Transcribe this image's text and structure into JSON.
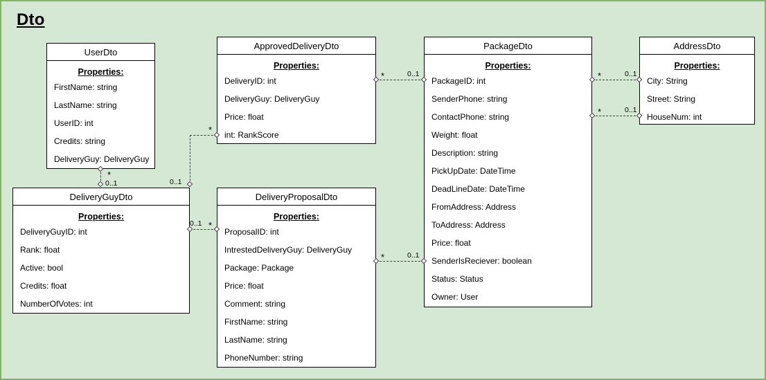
{
  "diagram": {
    "title": "Dto",
    "background_color": "#d5e8d4",
    "border_color": "#82b366",
    "class_fill": "#ffffff",
    "line_color": "#000000",
    "section_label": "Properties:"
  },
  "classes": [
    {
      "id": "user-dto",
      "name": "UserDto",
      "section": "Properties:",
      "attributes": [
        "FirstName: string",
        "LastName: string",
        "UserID: int",
        "Credits: string",
        "DeliveryGuy: DeliveryGuy"
      ]
    },
    {
      "id": "approved-delivery-dto",
      "name": "ApprovedDeliveryDto",
      "section": "Properties:",
      "attributes": [
        "DeliveryID: int",
        "DeliveryGuy: DeliveryGuy",
        "Price: float",
        "int: RankScore"
      ]
    },
    {
      "id": "package-dto",
      "name": "PackageDto",
      "section": "Properties:",
      "attributes": [
        "PackageID: int",
        "SenderPhone: string",
        "ContactPhone: string",
        "Weight: float",
        "Description: string",
        "PickUpDate: DateTime",
        "DeadLineDate: DateTime",
        "FromAddress: Address",
        "ToAddress: Address",
        "Price: float",
        "SenderIsReciever: boolean",
        "Status: Status",
        "Owner: User"
      ]
    },
    {
      "id": "address-dto",
      "name": "AddressDto",
      "section": "Properties:",
      "attributes": [
        "City: String",
        "Street: String",
        "HouseNum: int"
      ]
    },
    {
      "id": "delivery-guy-dto",
      "name": "DeliveryGuyDto",
      "section": "Properties:",
      "attributes": [
        "DeliveryGuyID: int",
        "Rank: float",
        "Active: bool",
        "Credits: float",
        "NumberOfVotes: int"
      ]
    },
    {
      "id": "delivery-proposal-dto",
      "name": "DeliveryProposalDto",
      "section": "Properties:",
      "attributes": [
        "ProposalID: int",
        "IntrestedDeliveryGuy: DeliveryGuy",
        "Package: Package",
        "Price: float",
        "Comment: string",
        "FirstName: string",
        "LastName: string",
        "PhoneNumber: string"
      ]
    }
  ],
  "associations": [
    {
      "id": "user-to-deliveryguy",
      "from": "UserDto",
      "to": "DeliveryGuyDto",
      "from_multiplicity": "*",
      "to_multiplicity": "0..1"
    },
    {
      "id": "deliveryguy-to-approveddelivery",
      "from": "DeliveryGuyDto",
      "to": "ApprovedDeliveryDto",
      "from_multiplicity": "0..1",
      "to_multiplicity": "*"
    },
    {
      "id": "deliveryguy-to-deliveryproposal",
      "from": "DeliveryGuyDto",
      "to": "DeliveryProposalDto",
      "from_multiplicity": "0..1",
      "to_multiplicity": "*"
    },
    {
      "id": "approveddelivery-to-package",
      "from": "ApprovedDeliveryDto",
      "to": "PackageDto",
      "from_multiplicity": "*",
      "to_multiplicity": "0..1"
    },
    {
      "id": "deliveryproposal-to-package",
      "from": "DeliveryProposalDto",
      "to": "PackageDto",
      "from_multiplicity": "*",
      "to_multiplicity": "0..1"
    },
    {
      "id": "package-to-address-from",
      "from": "PackageDto",
      "to": "AddressDto",
      "from_multiplicity": "*",
      "to_multiplicity": "0..1"
    },
    {
      "id": "package-to-address-to",
      "from": "PackageDto",
      "to": "AddressDto",
      "from_multiplicity": "*",
      "to_multiplicity": "0..1"
    }
  ]
}
